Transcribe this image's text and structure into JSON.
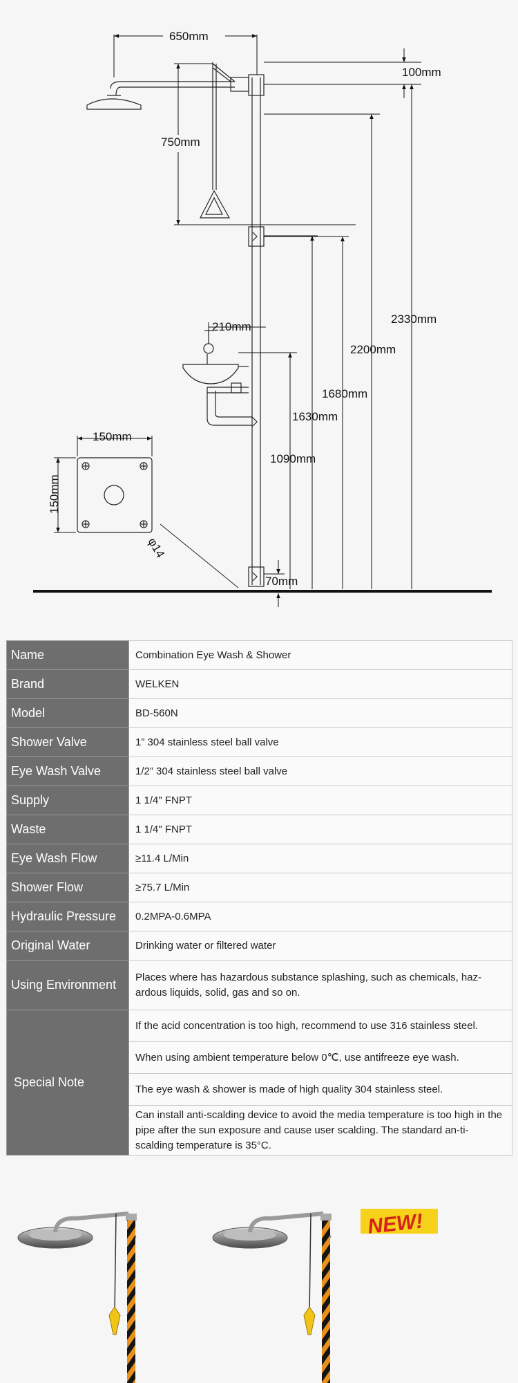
{
  "drawing": {
    "dims": {
      "shower_reach": "650mm",
      "top_gap": "100mm",
      "pull_rod": "750mm",
      "bowl_reach": "210mm",
      "total_height": "2330mm",
      "shower_height": "2200mm",
      "valve_height": "1680mm",
      "bowl_height": "1630mm",
      "bowl_bottom": "1090mm",
      "base_height": "70mm",
      "plate_width": "150mm",
      "plate_height": "150mm",
      "hole_diameter": "φ14"
    }
  },
  "specs": [
    {
      "label": "Name",
      "value": "Combination Eye Wash & Shower"
    },
    {
      "label": "Brand",
      "value": "WELKEN"
    },
    {
      "label": "Model",
      "value": "BD-560N"
    },
    {
      "label": "Shower Valve",
      "value": "1” 304 stainless steel ball valve"
    },
    {
      "label": "Eye Wash Valve",
      "value": "1/2” 304 stainless steel ball valve"
    },
    {
      "label": "Supply",
      "value": "1 1/4\" FNPT"
    },
    {
      "label": "Waste",
      "value": "1 1/4\" FNPT"
    },
    {
      "label": "Eye Wash Flow",
      "value": "≥11.4 L/Min"
    },
    {
      "label": "Shower Flow",
      "value": "≥75.7 L/Min"
    },
    {
      "label": "Hydraulic Pressure",
      "value": "0.2MPA-0.6MPA"
    },
    {
      "label": "Original Water",
      "value": "Drinking water or filtered water"
    },
    {
      "label": "Using Environment",
      "value": "Places where has hazardous substance splashing, such as chemicals, haz-ardous liquids, solid, gas and so on."
    }
  ],
  "special_note": {
    "label": "Special Note",
    "notes": [
      "If the acid concentration is too high, recommend to use 316 stainless steel.",
      "When using ambient temperature below 0℃, use antifreeze eye wash.",
      "The eye wash & shower is made of high quality 304 stainless steel.",
      "Can install anti-scalding device to avoid the media temperature is too high in the pipe after the sun exposure and cause user scalding. The standard an-ti-scalding temperature is 35°C."
    ]
  },
  "photos": {
    "badge": "NEW!"
  }
}
